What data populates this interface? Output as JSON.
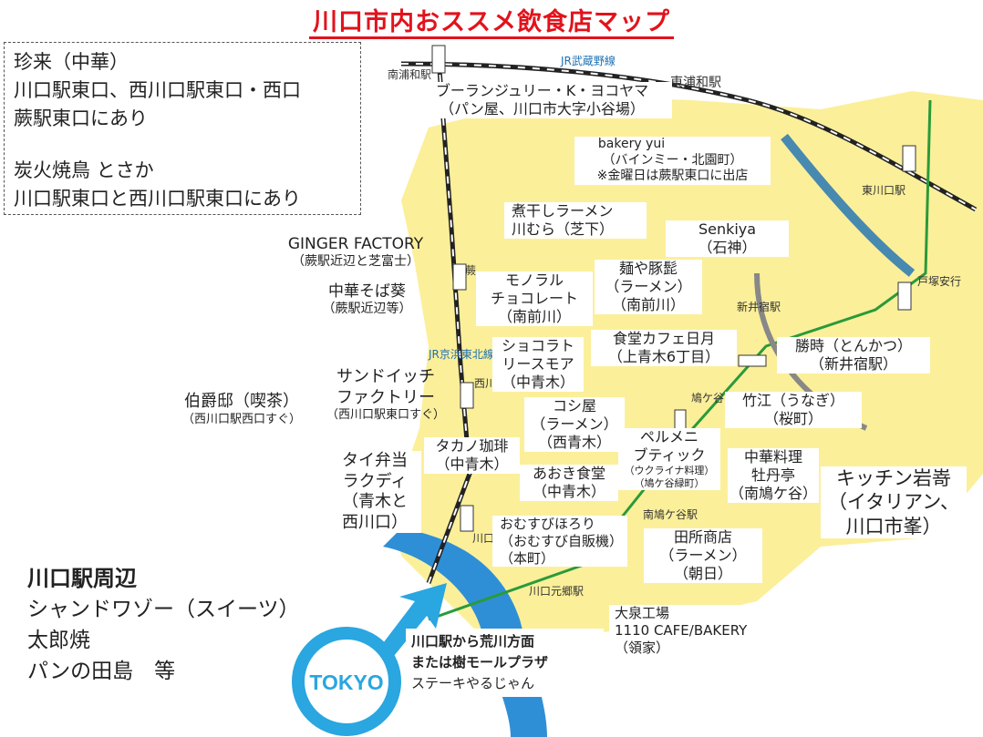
{
  "title": "川口市内おススメ飲食店マップ",
  "note": {
    "lines": [
      "珍来（中華）",
      "川口駅東口、西川口駅東口・西口",
      "蕨駅東口にあり",
      "",
      "炭火焼鳥 とさか",
      "川口駅東口と西川口駅東口にあり"
    ]
  },
  "shops": [
    {
      "name": "ブーランジュリー・K・ヨコヤマ",
      "sub": "（パン屋、川口市大字小谷場）"
    },
    {
      "name": "bakery yui",
      "sub": "（バインミー・北園町）",
      "sub2": "※金曜日は蕨駅東口に出店"
    },
    {
      "name": "煮干しラーメン",
      "sub": "川むら（芝下）"
    },
    {
      "name": "Senkiya",
      "sub": "（石神）"
    },
    {
      "name": "GINGER FACTORY",
      "sub": "（蕨駅近辺と芝富士）"
    },
    {
      "name": "中華そば葵",
      "sub": "（蕨駅近辺等）"
    },
    {
      "name": "モノラル",
      "sub": "チョコレート",
      "sub2": "（南前川）"
    },
    {
      "name": "麺や豚髭",
      "sub": "（ラーメン）",
      "sub2": "（南前川）"
    },
    {
      "name": "ショコラト",
      "sub": "リースモア",
      "sub2": "（中青木）"
    },
    {
      "name": "食堂カフェ日月",
      "sub": "（上青木6丁目）"
    },
    {
      "name": "勝時（とんかつ）",
      "sub": "（新井宿駅）"
    },
    {
      "name": "サンドイッチ",
      "sub": "ファクトリー",
      "sub2": "（西川口駅東口すぐ）"
    },
    {
      "name": "伯爵邸（喫茶）",
      "sub": "（西川口駅西口すぐ）"
    },
    {
      "name": "コシ屋",
      "sub": "（ラーメン）",
      "sub2": "（西青木）"
    },
    {
      "name": "竹江（うなぎ）",
      "sub": "（桜町）"
    },
    {
      "name": "タイ弁当",
      "sub": "ラクディ",
      "sub2": "（青木と",
      "sub3": "西川口）"
    },
    {
      "name": "タカノ珈琲",
      "sub": "（中青木）"
    },
    {
      "name": "ペルメニ",
      "sub": "ブティック",
      "sub2": "（ウクライナ料理）",
      "sub3": "（鳩ケ谷緑町）"
    },
    {
      "name": "あおき食堂",
      "sub": "（中青木）"
    },
    {
      "name": "中華料理",
      "sub": "牡丹亭",
      "sub2": "（南鳩ケ谷）"
    },
    {
      "name": "キッチン岩嵜",
      "sub": "（イタリアン、",
      "sub2": "川口市峯）"
    },
    {
      "name": "おむすびほろり",
      "sub": "（おむすび自販機）",
      "sub2": "（本町）"
    },
    {
      "name": "田所商店",
      "sub": "（ラーメン）",
      "sub2": "（朝日）"
    },
    {
      "name": "大泉工場",
      "sub": "1110 CAFE/BAKERY",
      "sub2": "（領家）"
    }
  ],
  "kawaguchi": {
    "heading": "川口駅周辺",
    "items": [
      "シャンドワゾー（スイーツ）",
      "太郎焼",
      "パンの田島　等"
    ]
  },
  "arakawa": {
    "line1": "川口駅から荒川方面",
    "line2": "または樹モールプラザ",
    "line3": "ステーキやるじゃん"
  },
  "map_labels": {
    "minami_urawa": "南浦和駅",
    "higashi_urawa": "東浦和駅",
    "jr_musashino": "JR武蔵野線",
    "higashi_kawaguchi": "東川口駅",
    "warabi": "蕨",
    "keihin": "JR京浜東北線",
    "nishikawaguchi": "西川口駅",
    "kawaguchi_st": "川口",
    "araijuku": "新井宿駅",
    "hatogaya": "鳩ケ谷",
    "minami_hatogaya": "南鳩ケ谷駅",
    "kawaguchi_motogo": "川口元郷駅",
    "tozuka": "戸塚安行",
    "tokyo": "TOKYO"
  }
}
